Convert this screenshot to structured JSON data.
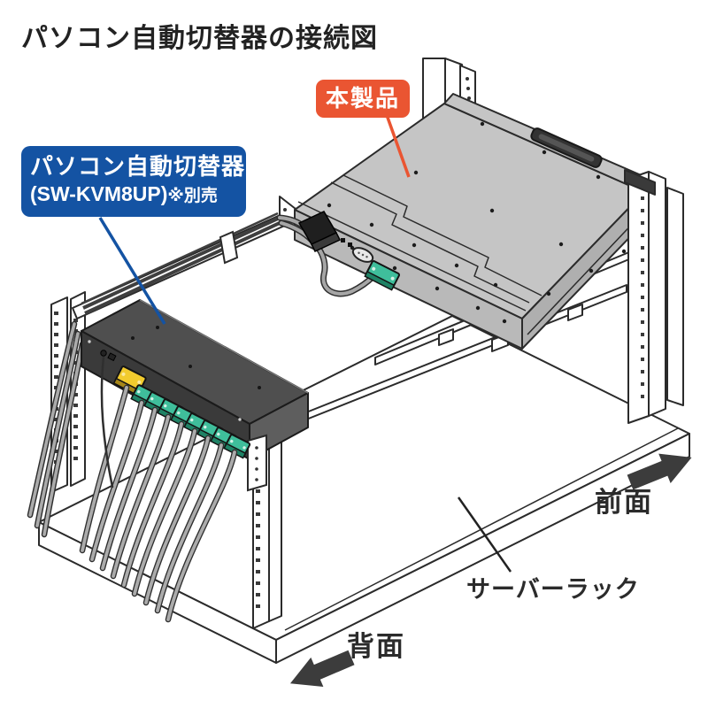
{
  "title": "パソコン自動切替器の接続図",
  "callouts": {
    "product": {
      "label": "本製品",
      "color": "#EA5532"
    },
    "kvm_switch": {
      "name": "パソコン自動切替器",
      "model": "(SW-KVM8UP)",
      "availability_note": "※別売",
      "color": "#1453A3"
    }
  },
  "annotations": {
    "front": "前面",
    "back": "背面",
    "rack": "サーバーラック"
  },
  "diagram": {
    "colors": {
      "callout_product": "#EA5532",
      "callout_kvm": "#1453A3",
      "drawer_gray": "#C5C5C5",
      "switch_dark": "#4F4F4F",
      "connector_green": "#3FBE9B",
      "connector_yellow": "#F2CB2E",
      "cable_gray": "#ABABAB",
      "outline": "#2B2B2B"
    },
    "counts": {
      "green_connectors": 8,
      "yellow_connectors": 1,
      "hanging_cables": 9
    }
  }
}
